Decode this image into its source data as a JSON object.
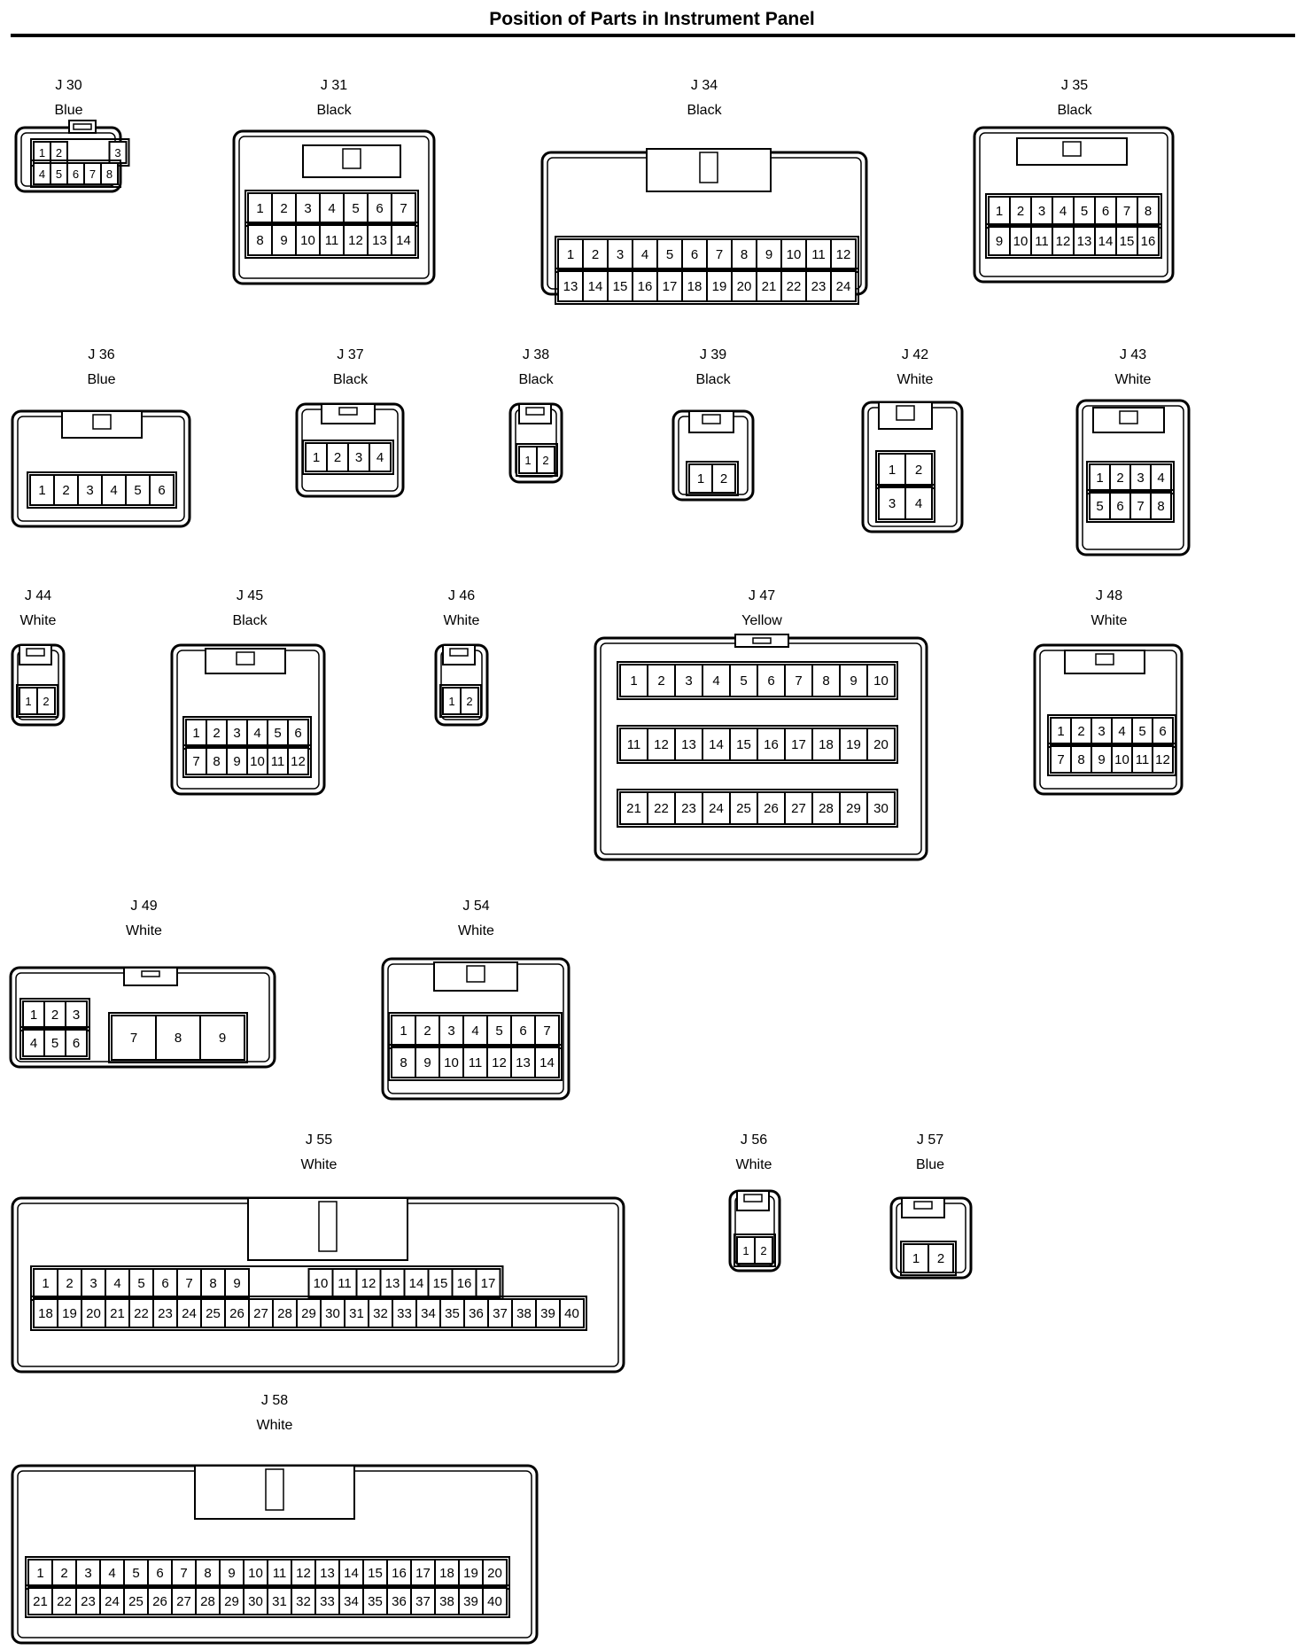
{
  "title": "Position of Parts in Instrument Panel",
  "connectors": [
    {
      "id": "J 30",
      "color": "Blue",
      "rows": [
        [
          "1",
          "2",
          "",
          "3"
        ],
        [
          "4",
          "5",
          "6",
          "7",
          "8"
        ]
      ]
    },
    {
      "id": "J 31",
      "color": "Black",
      "rows": [
        [
          "1",
          "2",
          "3",
          "4",
          "5",
          "6",
          "7"
        ],
        [
          "8",
          "9",
          "10",
          "11",
          "12",
          "13",
          "14"
        ]
      ]
    },
    {
      "id": "J 34",
      "color": "Black",
      "rows": [
        [
          "1",
          "2",
          "3",
          "4",
          "5",
          "6",
          "7",
          "8",
          "9",
          "10",
          "11",
          "12"
        ],
        [
          "13",
          "14",
          "15",
          "16",
          "17",
          "18",
          "19",
          "20",
          "21",
          "22",
          "23",
          "24"
        ]
      ]
    },
    {
      "id": "J 35",
      "color": "Black",
      "rows": [
        [
          "1",
          "2",
          "3",
          "4",
          "5",
          "6",
          "7",
          "8"
        ],
        [
          "9",
          "10",
          "11",
          "12",
          "13",
          "14",
          "15",
          "16"
        ]
      ]
    },
    {
      "id": "J 36",
      "color": "Blue",
      "rows": [
        [
          "1",
          "2",
          "3",
          "4",
          "5",
          "6"
        ]
      ]
    },
    {
      "id": "J 37",
      "color": "Black",
      "rows": [
        [
          "1",
          "2",
          "3",
          "4"
        ]
      ]
    },
    {
      "id": "J 38",
      "color": "Black",
      "rows": [
        [
          "1",
          "2"
        ]
      ]
    },
    {
      "id": "J 39",
      "color": "Black",
      "rows": [
        [
          "1",
          "2"
        ]
      ]
    },
    {
      "id": "J 42",
      "color": "White",
      "rows": [
        [
          "1",
          "2"
        ],
        [
          "3",
          "4"
        ]
      ]
    },
    {
      "id": "J 43",
      "color": "White",
      "rows": [
        [
          "1",
          "2",
          "3",
          "4"
        ],
        [
          "5",
          "6",
          "7",
          "8"
        ]
      ]
    },
    {
      "id": "J 44",
      "color": "White",
      "rows": [
        [
          "1",
          "2"
        ]
      ]
    },
    {
      "id": "J 45",
      "color": "Black",
      "rows": [
        [
          "1",
          "2",
          "3",
          "4",
          "5",
          "6"
        ],
        [
          "7",
          "8",
          "9",
          "10",
          "11",
          "12"
        ]
      ]
    },
    {
      "id": "J 46",
      "color": "White",
      "rows": [
        [
          "1",
          "2"
        ]
      ]
    },
    {
      "id": "J 47",
      "color": "Yellow",
      "rows": [
        [
          "1",
          "2",
          "3",
          "4",
          "5",
          "6",
          "7",
          "8",
          "9",
          "10"
        ],
        [
          "11",
          "12",
          "13",
          "14",
          "15",
          "16",
          "17",
          "18",
          "19",
          "20"
        ],
        [
          "21",
          "22",
          "23",
          "24",
          "25",
          "26",
          "27",
          "28",
          "29",
          "30"
        ]
      ]
    },
    {
      "id": "J 48",
      "color": "White",
      "rows": [
        [
          "1",
          "2",
          "3",
          "4",
          "5",
          "6"
        ],
        [
          "7",
          "8",
          "9",
          "10",
          "11",
          "12"
        ]
      ]
    },
    {
      "id": "J 49",
      "color": "White",
      "rows": [
        [
          "1",
          "2",
          "3"
        ],
        [
          "4",
          "5",
          "6"
        ],
        [
          "7",
          "8",
          "9"
        ]
      ]
    },
    {
      "id": "J 54",
      "color": "White",
      "rows": [
        [
          "1",
          "2",
          "3",
          "4",
          "5",
          "6",
          "7"
        ],
        [
          "8",
          "9",
          "10",
          "11",
          "12",
          "13",
          "14"
        ]
      ]
    },
    {
      "id": "J 55",
      "color": "White",
      "rows": [
        [
          "1",
          "2",
          "3",
          "4",
          "5",
          "6",
          "7",
          "8",
          "9",
          "",
          "10",
          "11",
          "12",
          "13",
          "14",
          "15",
          "16",
          "17"
        ],
        [
          "18",
          "19",
          "20",
          "21",
          "22",
          "23",
          "24",
          "25",
          "26",
          "27",
          "28",
          "29",
          "30",
          "31",
          "32",
          "33",
          "34",
          "35",
          "36",
          "37",
          "38",
          "39",
          "40"
        ]
      ]
    },
    {
      "id": "J 56",
      "color": "White",
      "rows": [
        [
          "1",
          "2"
        ]
      ]
    },
    {
      "id": "J 57",
      "color": "Blue",
      "rows": [
        [
          "1",
          "2"
        ]
      ]
    },
    {
      "id": "J 58",
      "color": "White",
      "rows": [
        [
          "1",
          "2",
          "3",
          "4",
          "5",
          "6",
          "7",
          "8",
          "9",
          "10",
          "11",
          "12",
          "13",
          "14",
          "15",
          "16",
          "17",
          "18",
          "19",
          "20"
        ],
        [
          "21",
          "22",
          "23",
          "24",
          "25",
          "26",
          "27",
          "28",
          "29",
          "30",
          "31",
          "32",
          "33",
          "34",
          "35",
          "36",
          "37",
          "38",
          "39",
          "40"
        ]
      ]
    }
  ]
}
